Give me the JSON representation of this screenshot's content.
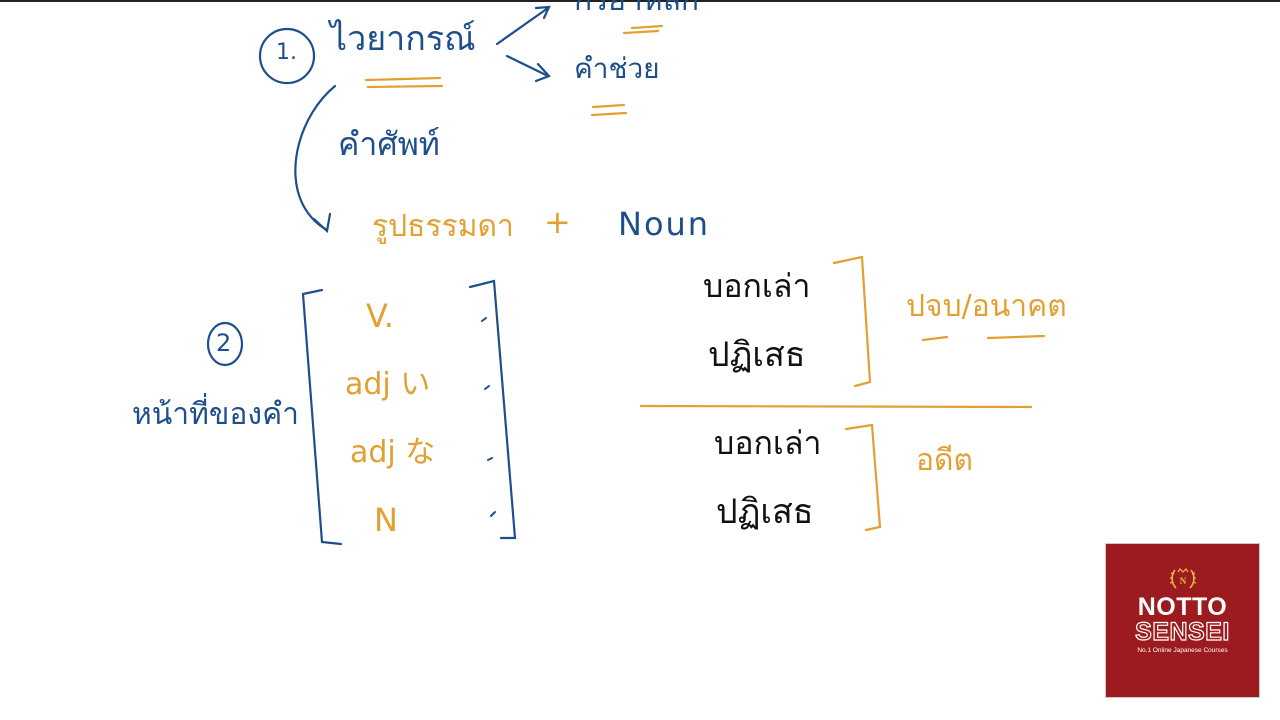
{
  "top_branch": {
    "number": "1.",
    "title": "ไวยากรณ์",
    "top_right_cutoff": "กริยาหลัก",
    "helper_word": "คำช่วย",
    "vocab": "คำศัพท์",
    "formula": {
      "left": "รูปธรรมดา",
      "plus": "+",
      "right": "Noun"
    }
  },
  "second_branch": {
    "number": "2",
    "label": "หน้าที่ของคำ",
    "bracket_items": [
      "V.",
      "adj い",
      "adj な",
      "N"
    ]
  },
  "tense_table": {
    "upper": {
      "affirmative": "บอกเล่า",
      "negative": "ปฏิเสธ",
      "tag": "ปจบ/อนาคต"
    },
    "lower": {
      "affirmative": "บอกเล่า",
      "negative": "ปฏิเสธ",
      "tag": "อดีต"
    }
  },
  "logo": {
    "line1": "NOTTO",
    "line2": "SENSEI",
    "tagline": "No.1 Online Japanese Courses",
    "crest_text": "N"
  },
  "colors": {
    "ink_blue": "#1e4f8c",
    "ink_orange": "#e3a032",
    "ink_black": "#111111",
    "logo_bg": "#9c1b1f"
  }
}
